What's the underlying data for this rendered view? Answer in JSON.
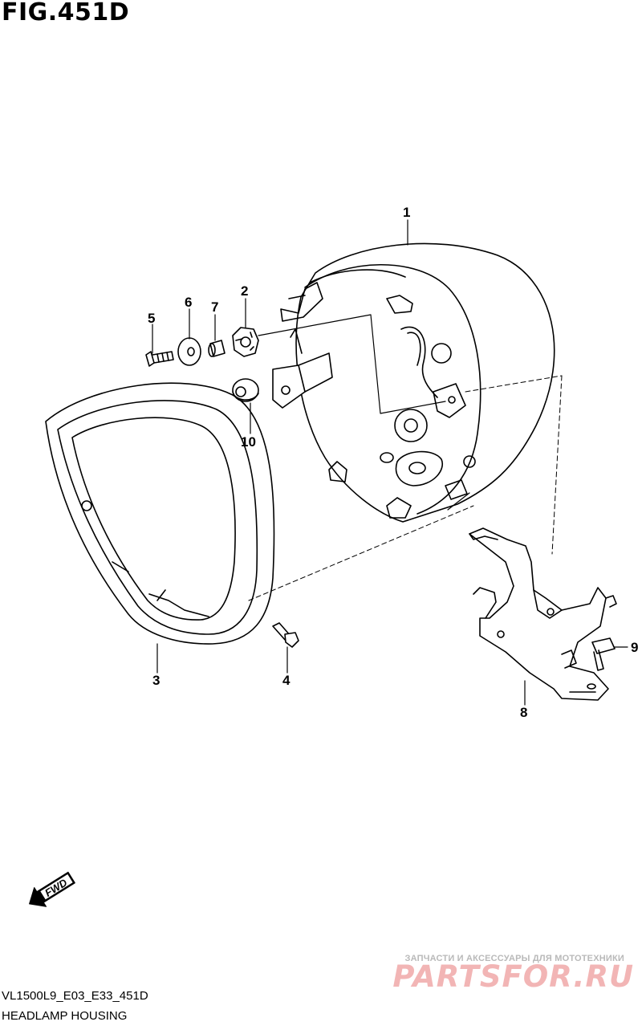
{
  "figure": {
    "title": "FIG.451D"
  },
  "callouts": [
    "1",
    "2",
    "3",
    "4",
    "5",
    "6",
    "7",
    "8",
    "9",
    "10"
  ],
  "fwd_label": "FWD",
  "footer": {
    "code": "VL1500L9_E03_E33_451D",
    "caption": "HEADLAMP HOUSING"
  },
  "watermark": {
    "tagline": "ЗАПЧАСТИ И АКСЕССУАРЫ ДЛЯ МОТОТЕХНИКИ",
    "brand": "PARTSFOR.RU"
  }
}
